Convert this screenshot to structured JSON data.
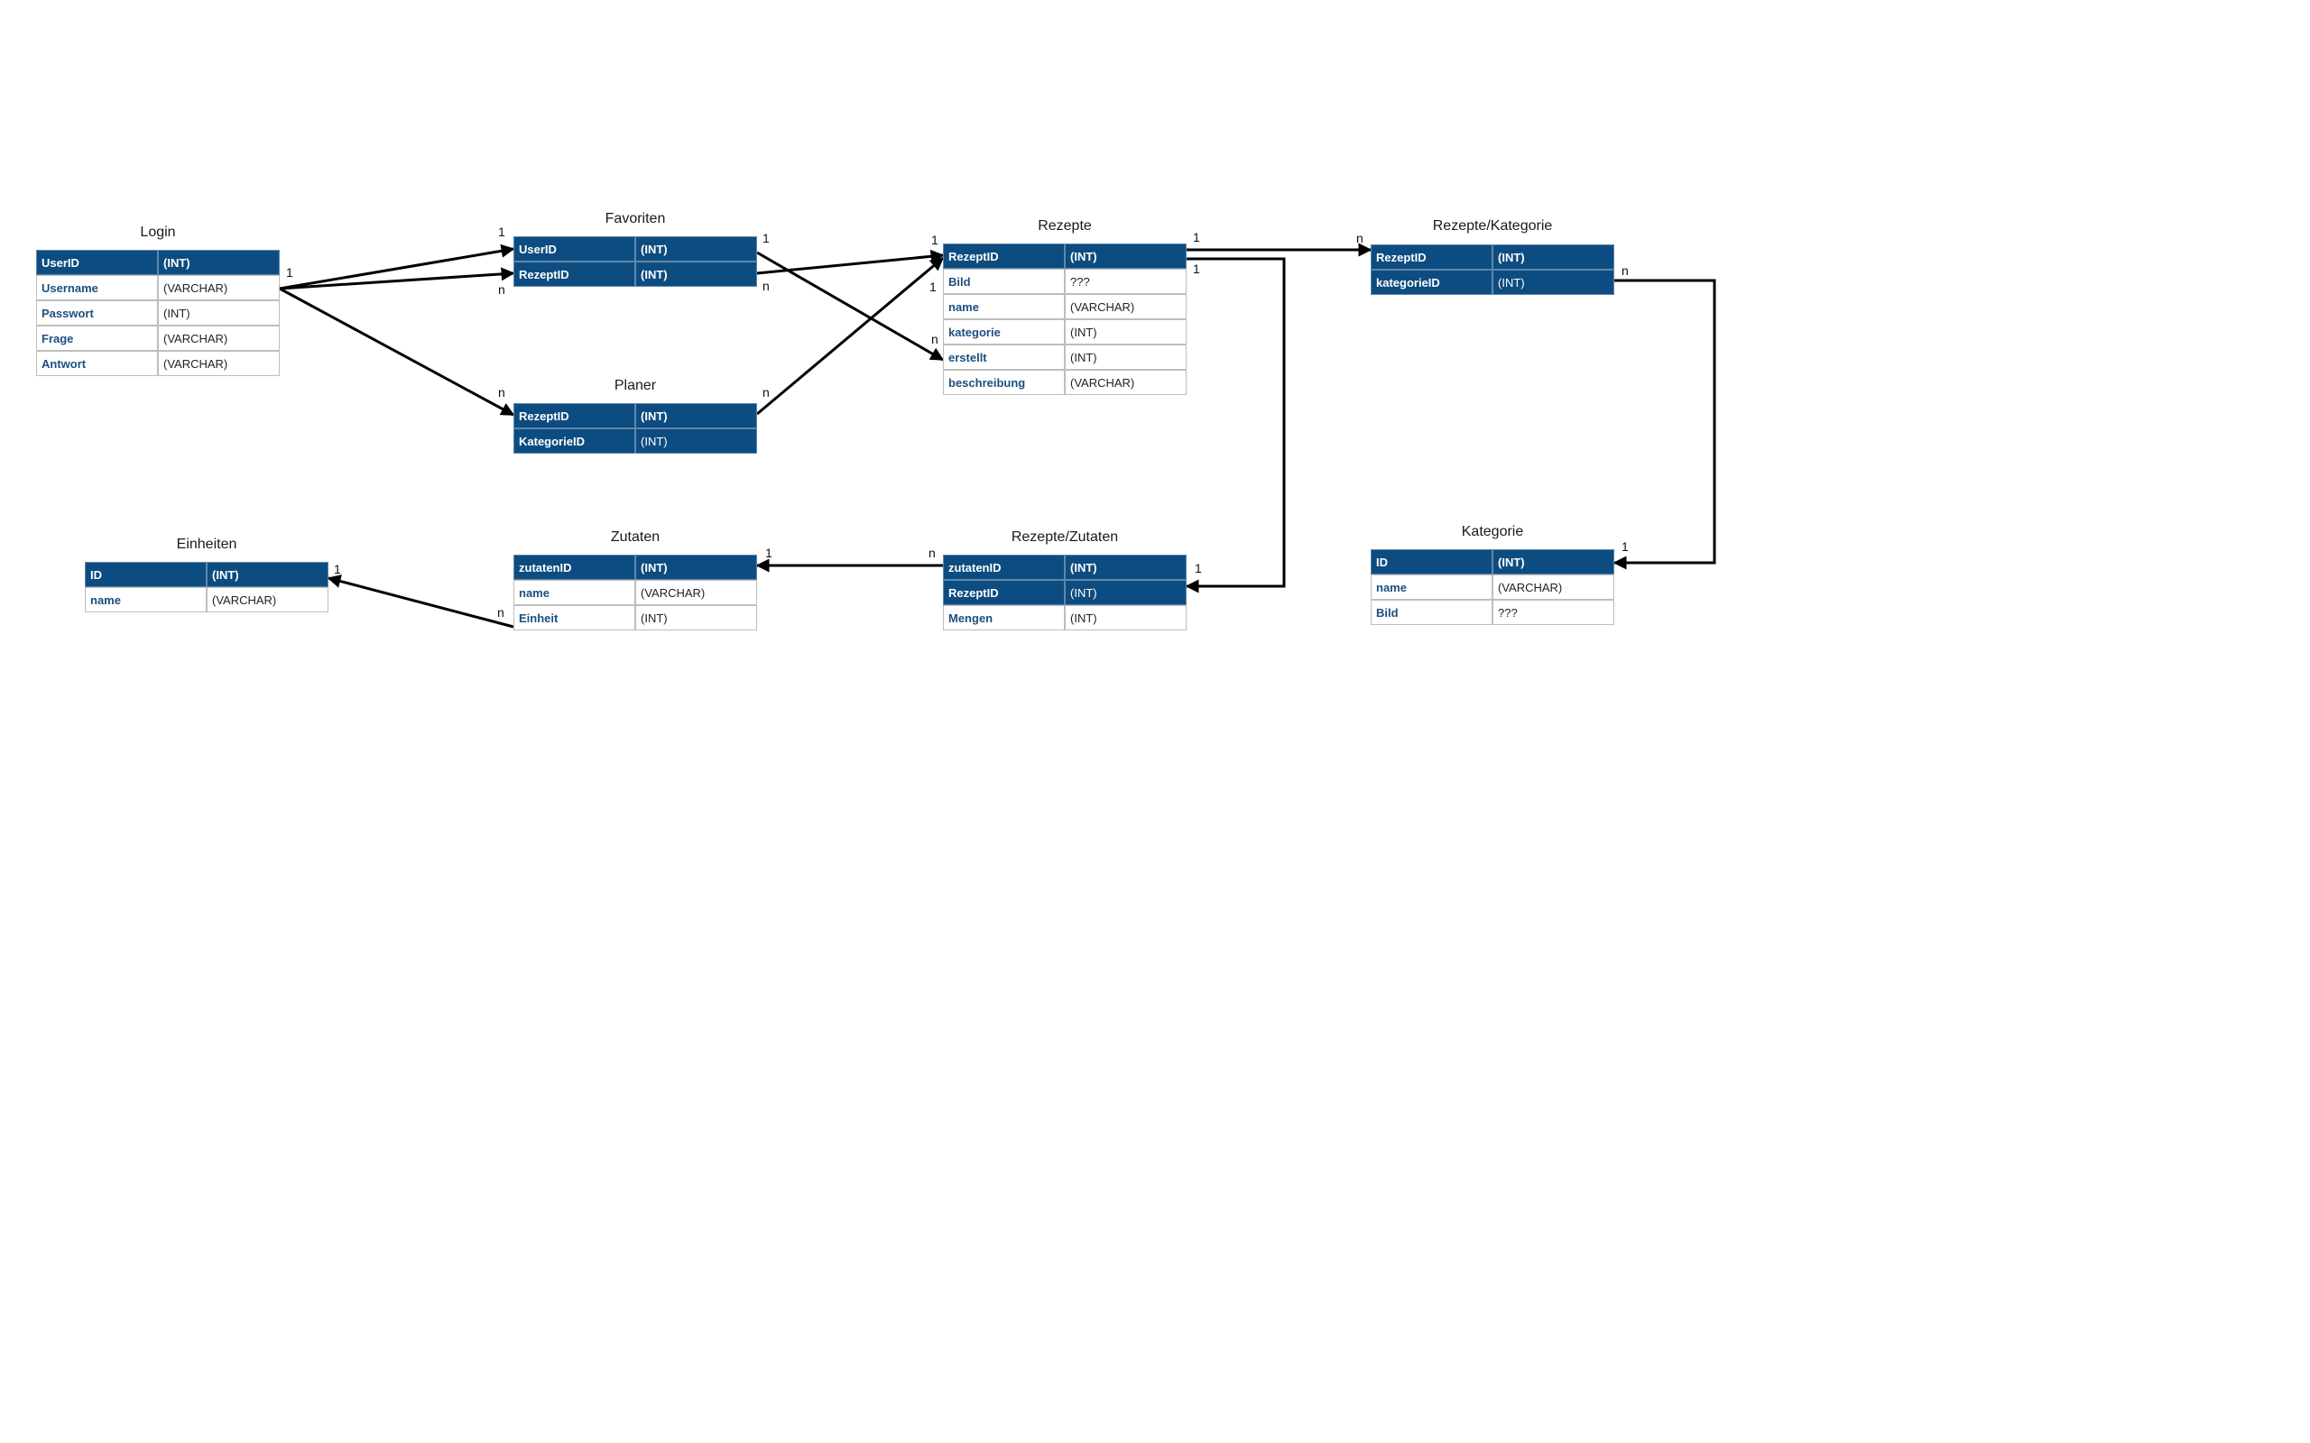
{
  "tables": {
    "login": {
      "title": "Login",
      "rows": [
        {
          "name": "UserID",
          "type": "(INT)"
        },
        {
          "name": "Username",
          "type": "(VARCHAR)"
        },
        {
          "name": "Passwort",
          "type": "(INT)"
        },
        {
          "name": "Frage",
          "type": "(VARCHAR)"
        },
        {
          "name": "Antwort",
          "type": "(VARCHAR)"
        }
      ]
    },
    "favoriten": {
      "title": "Favoriten",
      "rows": [
        {
          "name": "UserID",
          "type": "(INT)"
        },
        {
          "name": "RezeptID",
          "type": "(INT)"
        }
      ]
    },
    "planer": {
      "title": "Planer",
      "rows": [
        {
          "name": "RezeptID",
          "type": "(INT)"
        },
        {
          "name": "KategorieID",
          "type": "(INT)"
        }
      ]
    },
    "rezepte": {
      "title": "Rezepte",
      "rows": [
        {
          "name": "RezeptID",
          "type": "(INT)"
        },
        {
          "name": "Bild",
          "type": "???"
        },
        {
          "name": "name",
          "type": "(VARCHAR)"
        },
        {
          "name": "kategorie",
          "type": "(INT)"
        },
        {
          "name": "erstellt",
          "type": "(INT)"
        },
        {
          "name": "beschreibung",
          "type": "(VARCHAR)"
        }
      ]
    },
    "rezepte_kategorie": {
      "title": "Rezepte/Kategorie",
      "rows": [
        {
          "name": "RezeptID",
          "type": "(INT)"
        },
        {
          "name": "kategorieID",
          "type": "(INT)"
        }
      ]
    },
    "einheiten": {
      "title": "Einheiten",
      "rows": [
        {
          "name": "ID",
          "type": "(INT)"
        },
        {
          "name": "name",
          "type": "(VARCHAR)"
        }
      ]
    },
    "zutaten": {
      "title": "Zutaten",
      "rows": [
        {
          "name": "zutatenID",
          "type": "(INT)"
        },
        {
          "name": "name",
          "type": "(VARCHAR)"
        },
        {
          "name": "Einheit",
          "type": "(INT)"
        }
      ]
    },
    "rezepte_zutaten": {
      "title": "Rezepte/Zutaten",
      "rows": [
        {
          "name": "zutatenID",
          "type": "(INT)"
        },
        {
          "name": "RezeptID",
          "type": "(INT)"
        },
        {
          "name": "Mengen",
          "type": "(INT)"
        }
      ]
    },
    "kategorie": {
      "title": "Kategorie",
      "rows": [
        {
          "name": "ID",
          "type": "(INT)"
        },
        {
          "name": "name",
          "type": "(VARCHAR)"
        },
        {
          "name": "Bild",
          "type": "???"
        }
      ]
    }
  },
  "cardinality": {
    "one": "1",
    "many": "n"
  },
  "colors": {
    "header_fill": "#0d4c80",
    "field_name": "#1c4f80",
    "edge": "#000000"
  }
}
